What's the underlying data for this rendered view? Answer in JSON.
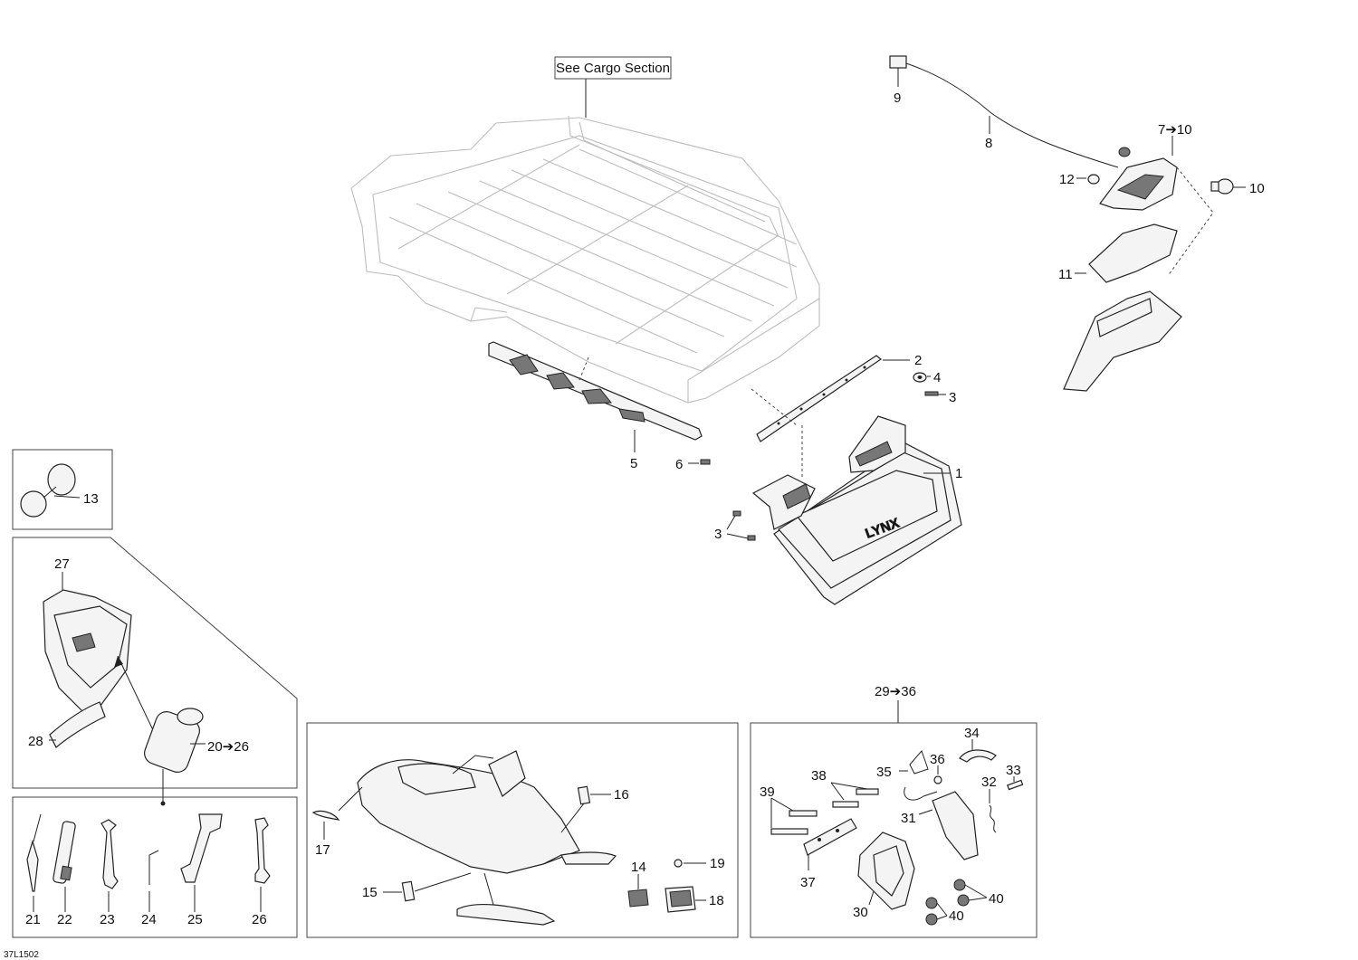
{
  "diagram": {
    "drawing_number": "37L1502",
    "cargo_note": "See Cargo Section",
    "callouts": {
      "c1": "1",
      "c2": "2",
      "c3a": "3",
      "c3b": "3",
      "c4": "4",
      "c5": "5",
      "c6": "6",
      "c7_10": "7➔10",
      "c8": "8",
      "c9": "9",
      "c10": "10",
      "c11": "11",
      "c12": "12",
      "c13": "13",
      "c14": "14",
      "c15": "15",
      "c16": "16",
      "c17": "17",
      "c18": "18",
      "c19": "19",
      "c20_26": "20➔26",
      "c21": "21",
      "c22": "22",
      "c23": "23",
      "c24": "24",
      "c25": "25",
      "c26": "26",
      "c27": "27",
      "c28": "28",
      "c29_36": "29➔36",
      "c30": "30",
      "c31": "31",
      "c32": "32",
      "c33": "33",
      "c34": "34",
      "c35": "35",
      "c36": "36",
      "c37": "37",
      "c38": "38",
      "c39": "39",
      "c40a": "40",
      "c40b": "40"
    },
    "logo_text": "LYNX"
  }
}
